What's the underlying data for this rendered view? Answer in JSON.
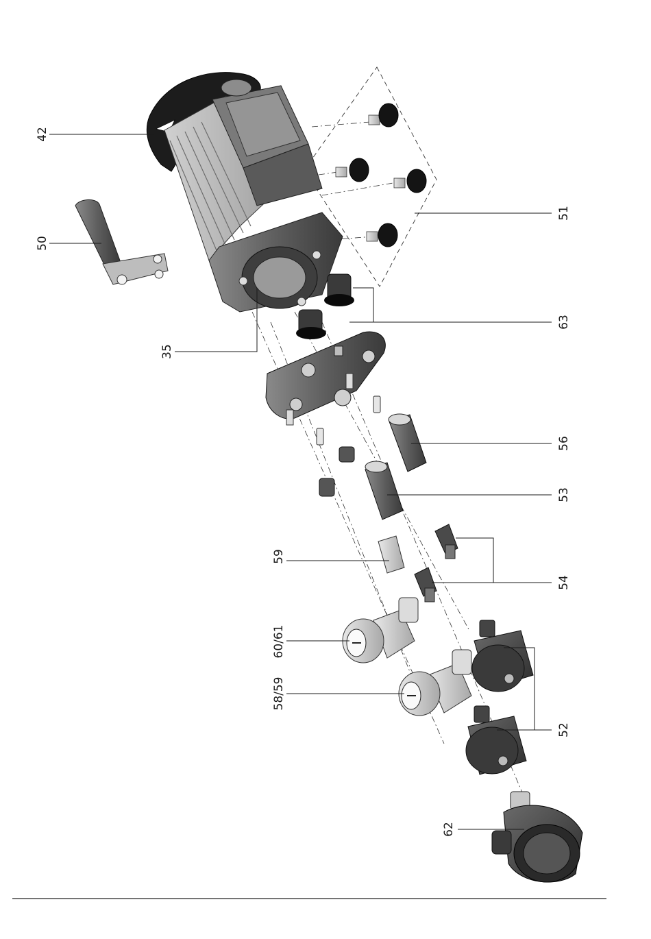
{
  "labels": {
    "l42": "42",
    "l50": "50",
    "l35": "35",
    "l51": "51",
    "l63": "63",
    "l56": "56",
    "l53": "53",
    "l59": "59",
    "l54": "54",
    "l6061": "60/61",
    "l5859": "58/59",
    "l52": "52",
    "l62": "62"
  }
}
